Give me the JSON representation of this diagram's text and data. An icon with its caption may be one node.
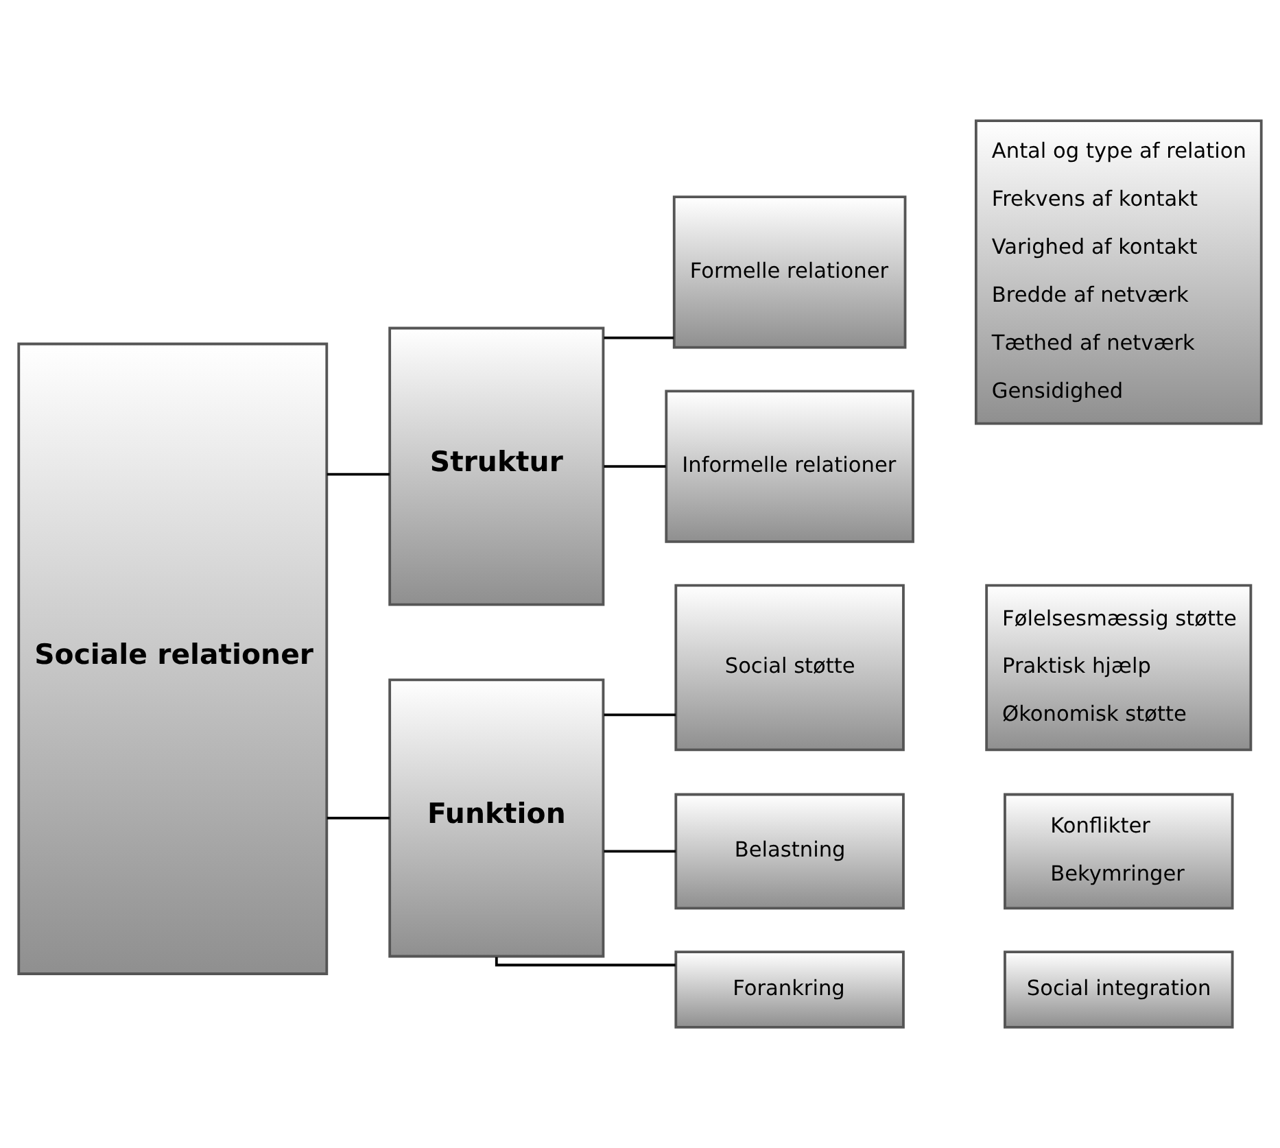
{
  "diagram": {
    "nodes": [
      {
        "text": [
          "Sociale relationer"
        ]
      },
      {
        "text": [
          "Struktur"
        ]
      },
      {
        "text": [
          "Funktion"
        ]
      },
      {
        "text": [
          "Formelle relationer"
        ]
      },
      {
        "text": [
          "Informelle relationer"
        ]
      },
      {
        "text": [
          "Social støtte"
        ]
      },
      {
        "text": [
          "Belastning"
        ]
      },
      {
        "text": [
          "Forankring"
        ]
      },
      {
        "text": [
          "Antal og type af relation",
          "Frekvens af kontakt",
          "Varighed af kontakt",
          "Bredde af netværk",
          "Tæthed af netværk",
          "Gensidighed"
        ]
      },
      {
        "text": [
          "Følelsesmæssig støtte",
          "Praktisk hjælp",
          "Økonomisk støtte"
        ]
      },
      {
        "text": [
          "Konflikter",
          "Bekymringer"
        ]
      },
      {
        "text": [
          "Social integration"
        ]
      }
    ],
    "edges": [
      {
        "from": 0,
        "to": 1,
        "arrow": "none"
      },
      {
        "from": 0,
        "to": 2,
        "arrow": "none"
      },
      {
        "from": 1,
        "to": 3,
        "arrow": "none"
      },
      {
        "from": 1,
        "to": 4,
        "arrow": "none"
      },
      {
        "from": 2,
        "to": 5,
        "arrow": "none"
      },
      {
        "from": 2,
        "to": 6,
        "arrow": "none"
      },
      {
        "from": 2,
        "to": 7,
        "arrow": "none"
      }
    ]
  }
}
